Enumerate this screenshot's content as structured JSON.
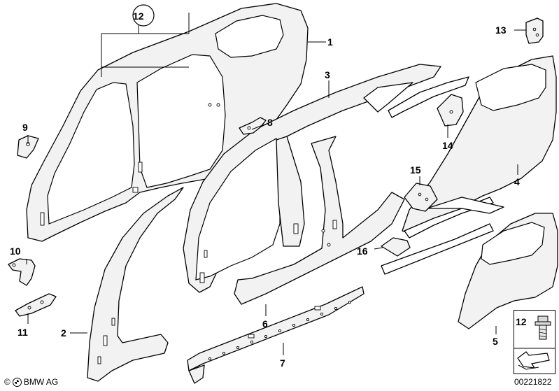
{
  "diagram": {
    "callouts": [
      {
        "id": "c1",
        "text": "1"
      },
      {
        "id": "c2",
        "text": "2"
      },
      {
        "id": "c3",
        "text": "3"
      },
      {
        "id": "c4",
        "text": "4"
      },
      {
        "id": "c5",
        "text": "5"
      },
      {
        "id": "c6",
        "text": "6"
      },
      {
        "id": "c7",
        "text": "7"
      },
      {
        "id": "c8",
        "text": "8"
      },
      {
        "id": "c9",
        "text": "9"
      },
      {
        "id": "c10",
        "text": "10"
      },
      {
        "id": "c11",
        "text": "11"
      },
      {
        "id": "c12a",
        "text": "12"
      },
      {
        "id": "c12b",
        "text": "12"
      },
      {
        "id": "c13",
        "text": "13"
      },
      {
        "id": "c14",
        "text": "14"
      },
      {
        "id": "c15",
        "text": "15"
      },
      {
        "id": "c16",
        "text": "16"
      }
    ]
  },
  "footer": {
    "copyright": "BMW AG",
    "diagram_id": "00221822"
  },
  "colors": {
    "line": "#000000",
    "part_fill": "#f2f2f2",
    "background": "#ffffff"
  }
}
